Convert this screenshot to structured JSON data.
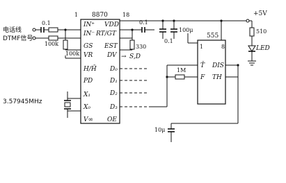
{
  "chips": {
    "decoder": {
      "name": "8870",
      "pin1": "1",
      "pin18": "18",
      "left_pins": [
        "IN⁺",
        "IN⁻",
        "GS",
        "VR",
        "H/H̄",
        "PD",
        "X₁",
        "X₀",
        "V∞"
      ],
      "right_pins": [
        "VDD",
        "RT/GT",
        "EST",
        "DV",
        "D₀",
        "D₁",
        "D₂",
        "D₃",
        "OE"
      ]
    },
    "timer": {
      "name": "555",
      "pin1": "1",
      "pin8": "8",
      "pins": {
        "trig": "T̄",
        "f": "F",
        "dis": "DIS",
        "th": "TH"
      }
    }
  },
  "inputs": {
    "line_label": "电话线",
    "dtmf_label": "DTMF信号"
  },
  "components": {
    "c_in": "0.1",
    "r_in": "100k",
    "r_gs": "100k",
    "c_rt": "0.1",
    "r_est": "330",
    "c_bypass": "0.1",
    "c_bulk": "100μ",
    "r_1m": "1M",
    "c_timing": "10μ",
    "r_led": "510",
    "led": "LED",
    "crystal": "3.57945MHz"
  },
  "supply": "+5V",
  "dv_arrow": "→",
  "dv_target": "S,D"
}
